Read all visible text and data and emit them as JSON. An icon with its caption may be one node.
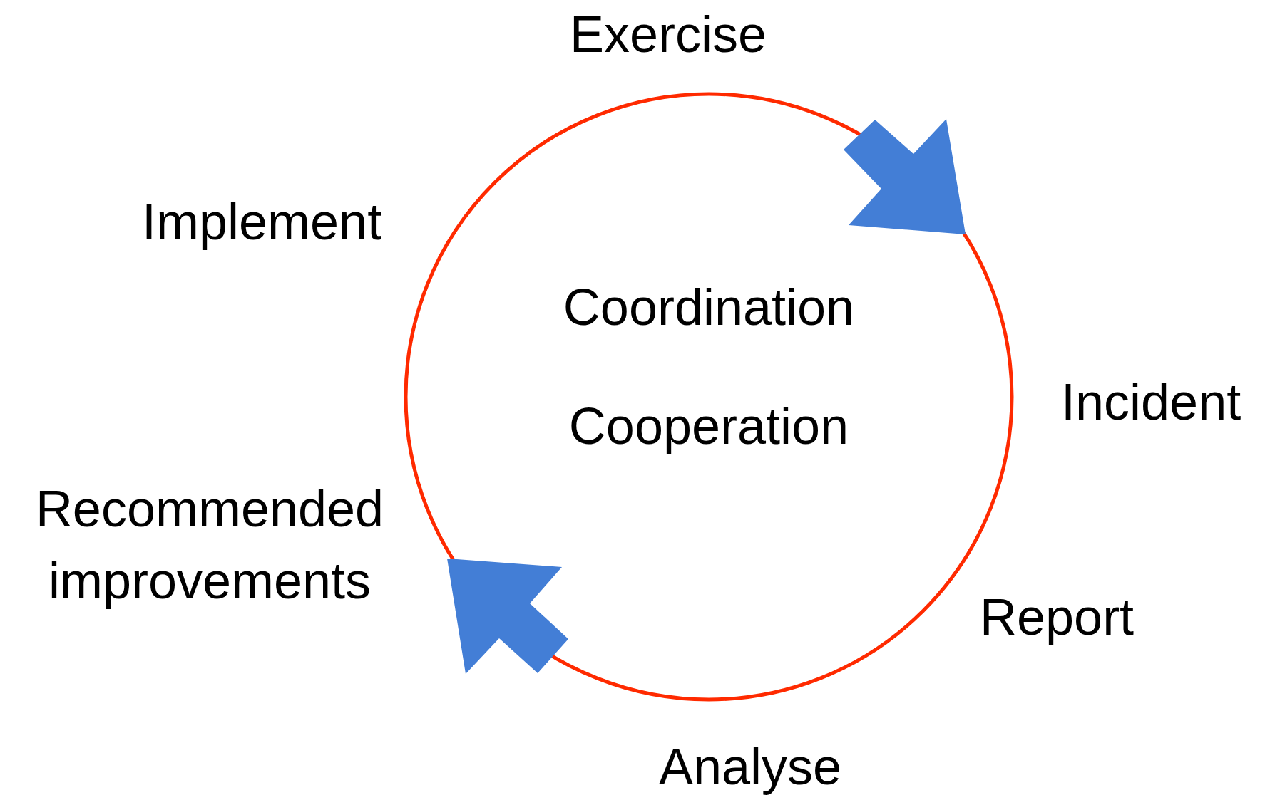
{
  "diagram": {
    "nodes": [
      {
        "text": [
          "Coordination",
          "Cooperation"
        ]
      }
    ],
    "labels": [
      "Exercise",
      "Implement",
      "Incident",
      "Recommended improvements",
      "Report",
      "Analyse"
    ]
  }
}
